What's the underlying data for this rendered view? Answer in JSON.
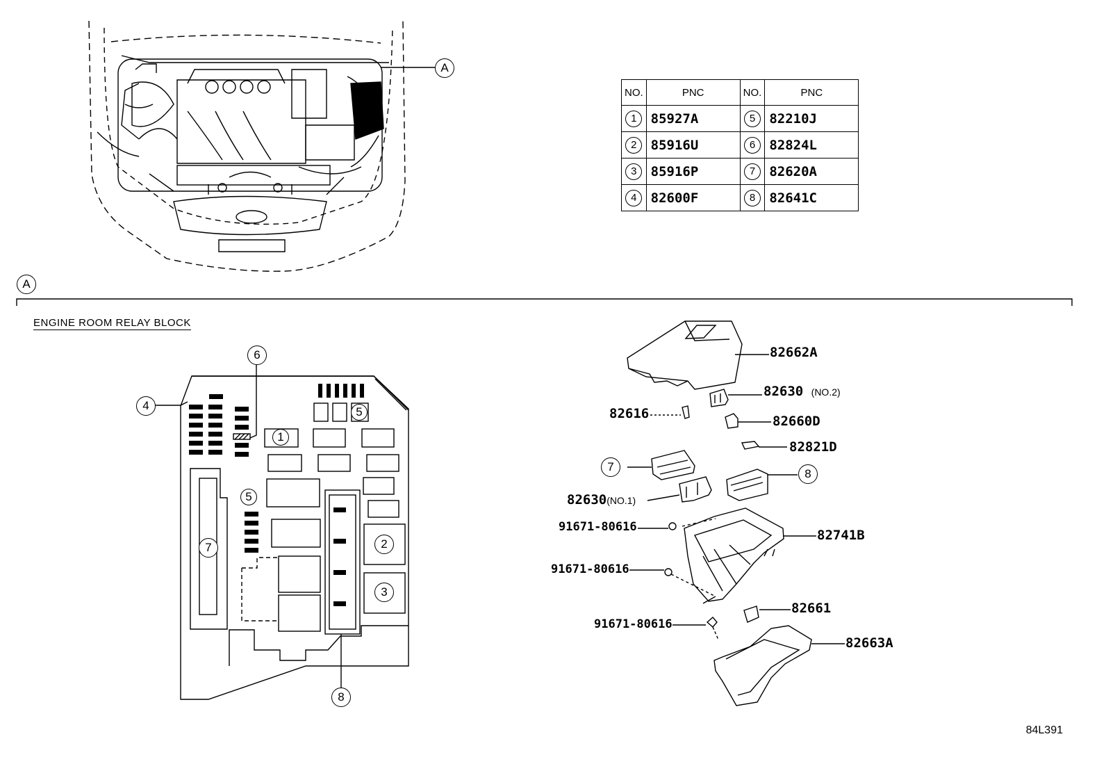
{
  "section_callout": "A",
  "relay_block_title": "ENGINE ROOM RELAY BLOCK",
  "table": {
    "headers": [
      "NO.",
      "PNC",
      "NO.",
      "PNC"
    ],
    "rows": [
      [
        {
          "no": "1",
          "pnc": "85927A"
        },
        {
          "no": "5",
          "pnc": "82210J"
        }
      ],
      [
        {
          "no": "2",
          "pnc": "85916U"
        },
        {
          "no": "6",
          "pnc": "82824L"
        }
      ],
      [
        {
          "no": "3",
          "pnc": "85916P"
        },
        {
          "no": "7",
          "pnc": "82620A"
        }
      ],
      [
        {
          "no": "4",
          "pnc": "82600F"
        },
        {
          "no": "8",
          "pnc": "82641C"
        }
      ]
    ]
  },
  "block_callouts": [
    "1",
    "2",
    "3",
    "4",
    "5",
    "5",
    "6",
    "7",
    "8"
  ],
  "part_labels": {
    "p82662A": "82662A",
    "p82630_no2": "82630",
    "p82630_no2_sub": "(NO.2)",
    "p82616": "82616",
    "p82660D": "82660D",
    "p82821D": "82821D",
    "p82630_no1": "82630",
    "p82630_no1_sub": "(NO.1)",
    "p91671_a": "91671-80616",
    "p91671_b": "91671-80616",
    "p91671_c": "91671-80616",
    "p82741B": "82741B",
    "p82661": "82661",
    "p82663A": "82663A",
    "c7": "7",
    "c8": "8"
  },
  "figure_code": "84L391"
}
